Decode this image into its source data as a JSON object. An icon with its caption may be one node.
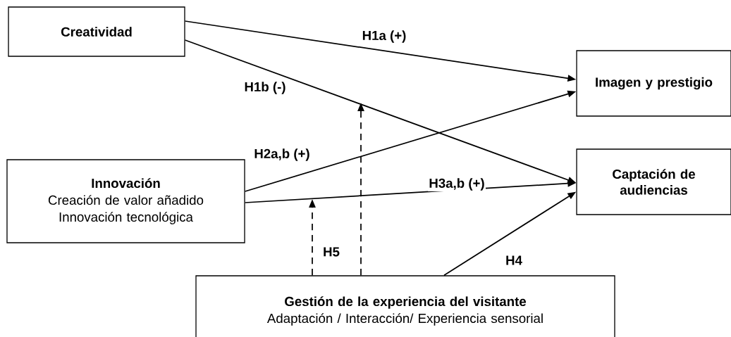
{
  "diagram": {
    "nodes": [
      {
        "text": [
          "Creatividad"
        ]
      },
      {
        "text": [
          "Imagen y prestigio"
        ]
      },
      {
        "text": [
          "Innovación",
          "Creación de valor añadido",
          "Innovación tecnológica"
        ]
      },
      {
        "text": [
          "Captación de audiencias"
        ]
      },
      {
        "text": [
          "Gestión de la experiencia del visitante",
          "Adaptación / Interacción/ Experiencia sensorial"
        ]
      }
    ],
    "edges": [
      {
        "from": 0,
        "to": 1,
        "arrow": "to",
        "label": "H1a (+)"
      },
      {
        "from": 0,
        "to": 3,
        "arrow": "to",
        "label": "H1b (-)"
      },
      {
        "from": 2,
        "to": 1,
        "arrow": "to",
        "label": "H2a,b (+)"
      },
      {
        "from": 2,
        "to": 3,
        "arrow": "to",
        "label": "H3a,b (+)"
      },
      {
        "from": 4,
        "to": 3,
        "arrow": "to",
        "label": "H4"
      },
      {
        "from": 4,
        "to": null,
        "arrow": "to",
        "style": "dashed",
        "label": "H5"
      },
      {
        "from": 4,
        "to": null,
        "arrow": "to",
        "style": "dashed"
      }
    ]
  }
}
